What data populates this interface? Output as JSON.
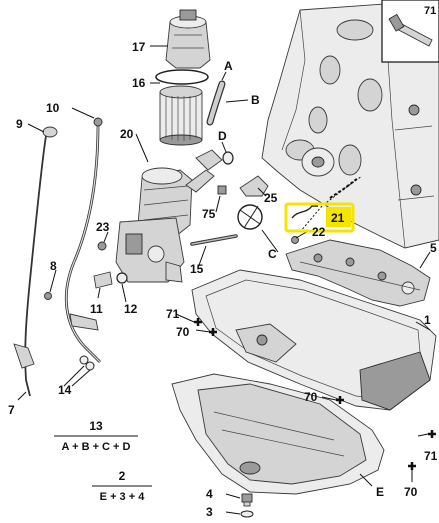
{
  "labels": {
    "n1": "1",
    "n2": "2",
    "n3": "3",
    "n4": "4",
    "n5": "5",
    "n7": "7",
    "n8": "8",
    "n9": "9",
    "n10": "10",
    "n11": "11",
    "n12": "12",
    "n13": "13",
    "n14": "14",
    "n15": "15",
    "n16": "16",
    "n17": "17",
    "n20": "20",
    "n21": "21",
    "n22": "22",
    "n23": "23",
    "n25": "25",
    "n70a": "70",
    "n70b": "70",
    "n70c": "70",
    "n71a": "71",
    "n71b": "71",
    "n71c": "71",
    "n75": "75",
    "A": "A",
    "B": "B",
    "C": "C",
    "D": "D",
    "E": "E"
  },
  "formulas": {
    "f13_num": "13",
    "f13_expr": "A + B + C + D",
    "f2_num": "2",
    "f2_expr": "E + 3 + 4"
  },
  "highlight_color": "#f5e400"
}
